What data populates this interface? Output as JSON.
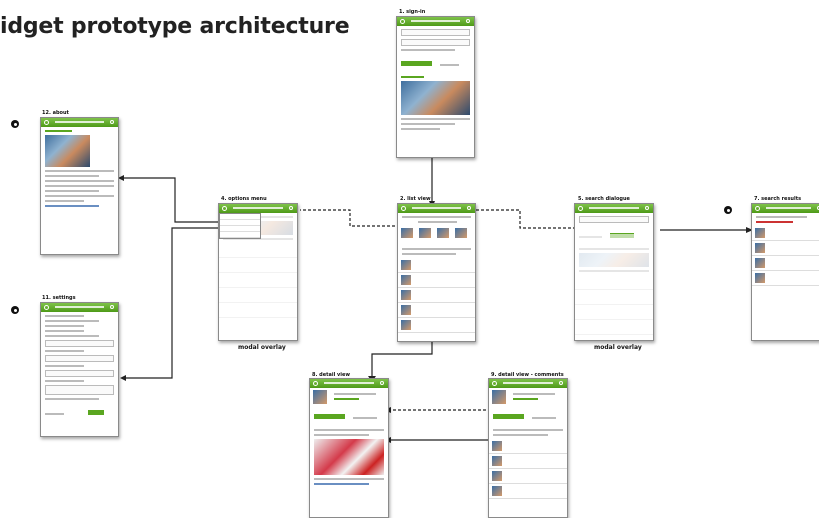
{
  "title": "idget prototype architecture",
  "screens": {
    "signin": {
      "label": "1. sign-in"
    },
    "listview": {
      "label": "2. list view"
    },
    "options": {
      "label": "4. options menu",
      "caption": "modal overlay"
    },
    "search": {
      "label": "5. search dialogue",
      "caption": "modal overlay"
    },
    "results": {
      "label": "7. search results"
    },
    "detail": {
      "label": "8. detail view"
    },
    "comments": {
      "label": "9. detail view - comments"
    },
    "settings": {
      "label": "11. settings"
    },
    "about": {
      "label": "12. about"
    }
  },
  "colors": {
    "header_green": "#5aa620",
    "connector": "#222222"
  }
}
